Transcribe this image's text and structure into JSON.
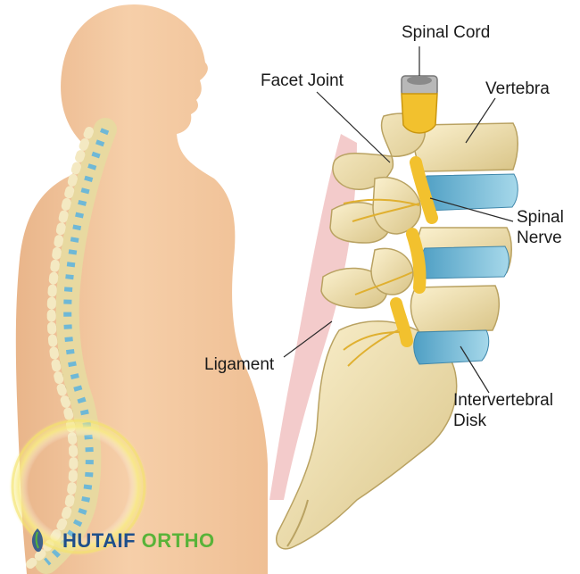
{
  "labels": {
    "spinal_cord": "Spinal Cord",
    "facet_joint": "Facet Joint",
    "vertebra": "Vertebra",
    "spinal_nerve_line1": "Spinal",
    "spinal_nerve_line2": "Nerve",
    "ligament": "Ligament",
    "disk_line1": "Intervertebral",
    "disk_line2": "Disk"
  },
  "brand": {
    "name_part1": "HUTAIF",
    "name_part2": "ORTHO",
    "color_primary": "#1f4f8b",
    "color_accent": "#59b339"
  },
  "icons": {
    "logo": "hutaif-ortho-logo-icon"
  },
  "colors": {
    "skin": "#f5c9a0",
    "bone": "#f2e3b0",
    "disk": "#6fb8d6",
    "nerve": "#f2c12e",
    "ligament": "#f0b8b8",
    "halo": "#f6e97a"
  }
}
